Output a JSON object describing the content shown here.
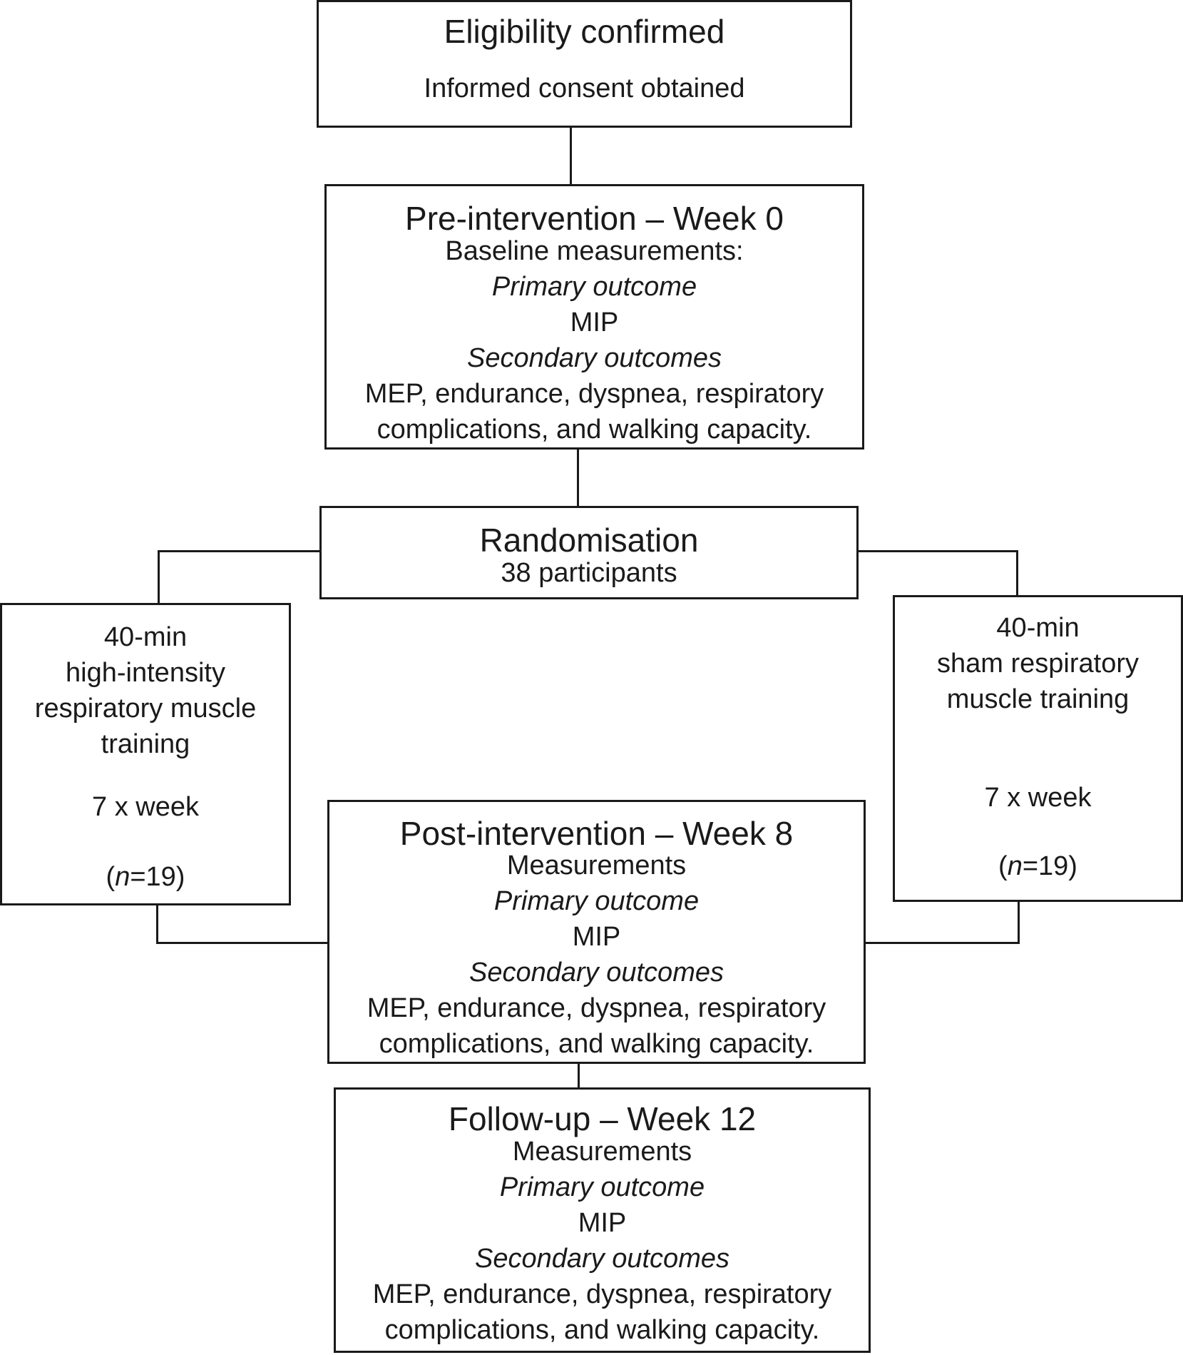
{
  "eligibility": {
    "title": "Eligibility confirmed",
    "subtitle": "Informed consent obtained"
  },
  "pre": {
    "title": "Pre-intervention – Week 0",
    "heading": "Baseline measurements:",
    "primary_label": "Primary outcome",
    "primary_value": "MIP",
    "secondary_label": "Secondary outcomes",
    "secondary_line1": "MEP, endurance, dyspnea, respiratory",
    "secondary_line2": "complications, and walking capacity."
  },
  "randomisation": {
    "title": "Randomisation",
    "participants": "38 participants"
  },
  "left_arm": {
    "line1": "40-min",
    "line2": "high-intensity",
    "line3": "respiratory muscle",
    "line4": "training",
    "frequency": "7 x week",
    "n_open": "(",
    "n_var": "n",
    "n_rest": "=19)"
  },
  "right_arm": {
    "line1": "40-min",
    "line2": "sham respiratory",
    "line3": "muscle training",
    "frequency": "7 x week",
    "n_open": "(",
    "n_var": "n",
    "n_rest": "=19)"
  },
  "post": {
    "title": "Post-intervention – Week 8",
    "heading": "Measurements",
    "primary_label": "Primary outcome",
    "primary_value": "MIP",
    "secondary_label": "Secondary outcomes",
    "secondary_line1": "MEP, endurance, dyspnea, respiratory",
    "secondary_line2": "complications, and walking capacity."
  },
  "followup": {
    "title": "Follow-up – Week 12",
    "heading": "Measurements",
    "primary_label": "Primary outcome",
    "primary_value": "MIP",
    "secondary_label": "Secondary outcomes",
    "secondary_line1": "MEP, endurance, dyspnea, respiratory",
    "secondary_line2": "complications, and walking capacity."
  }
}
